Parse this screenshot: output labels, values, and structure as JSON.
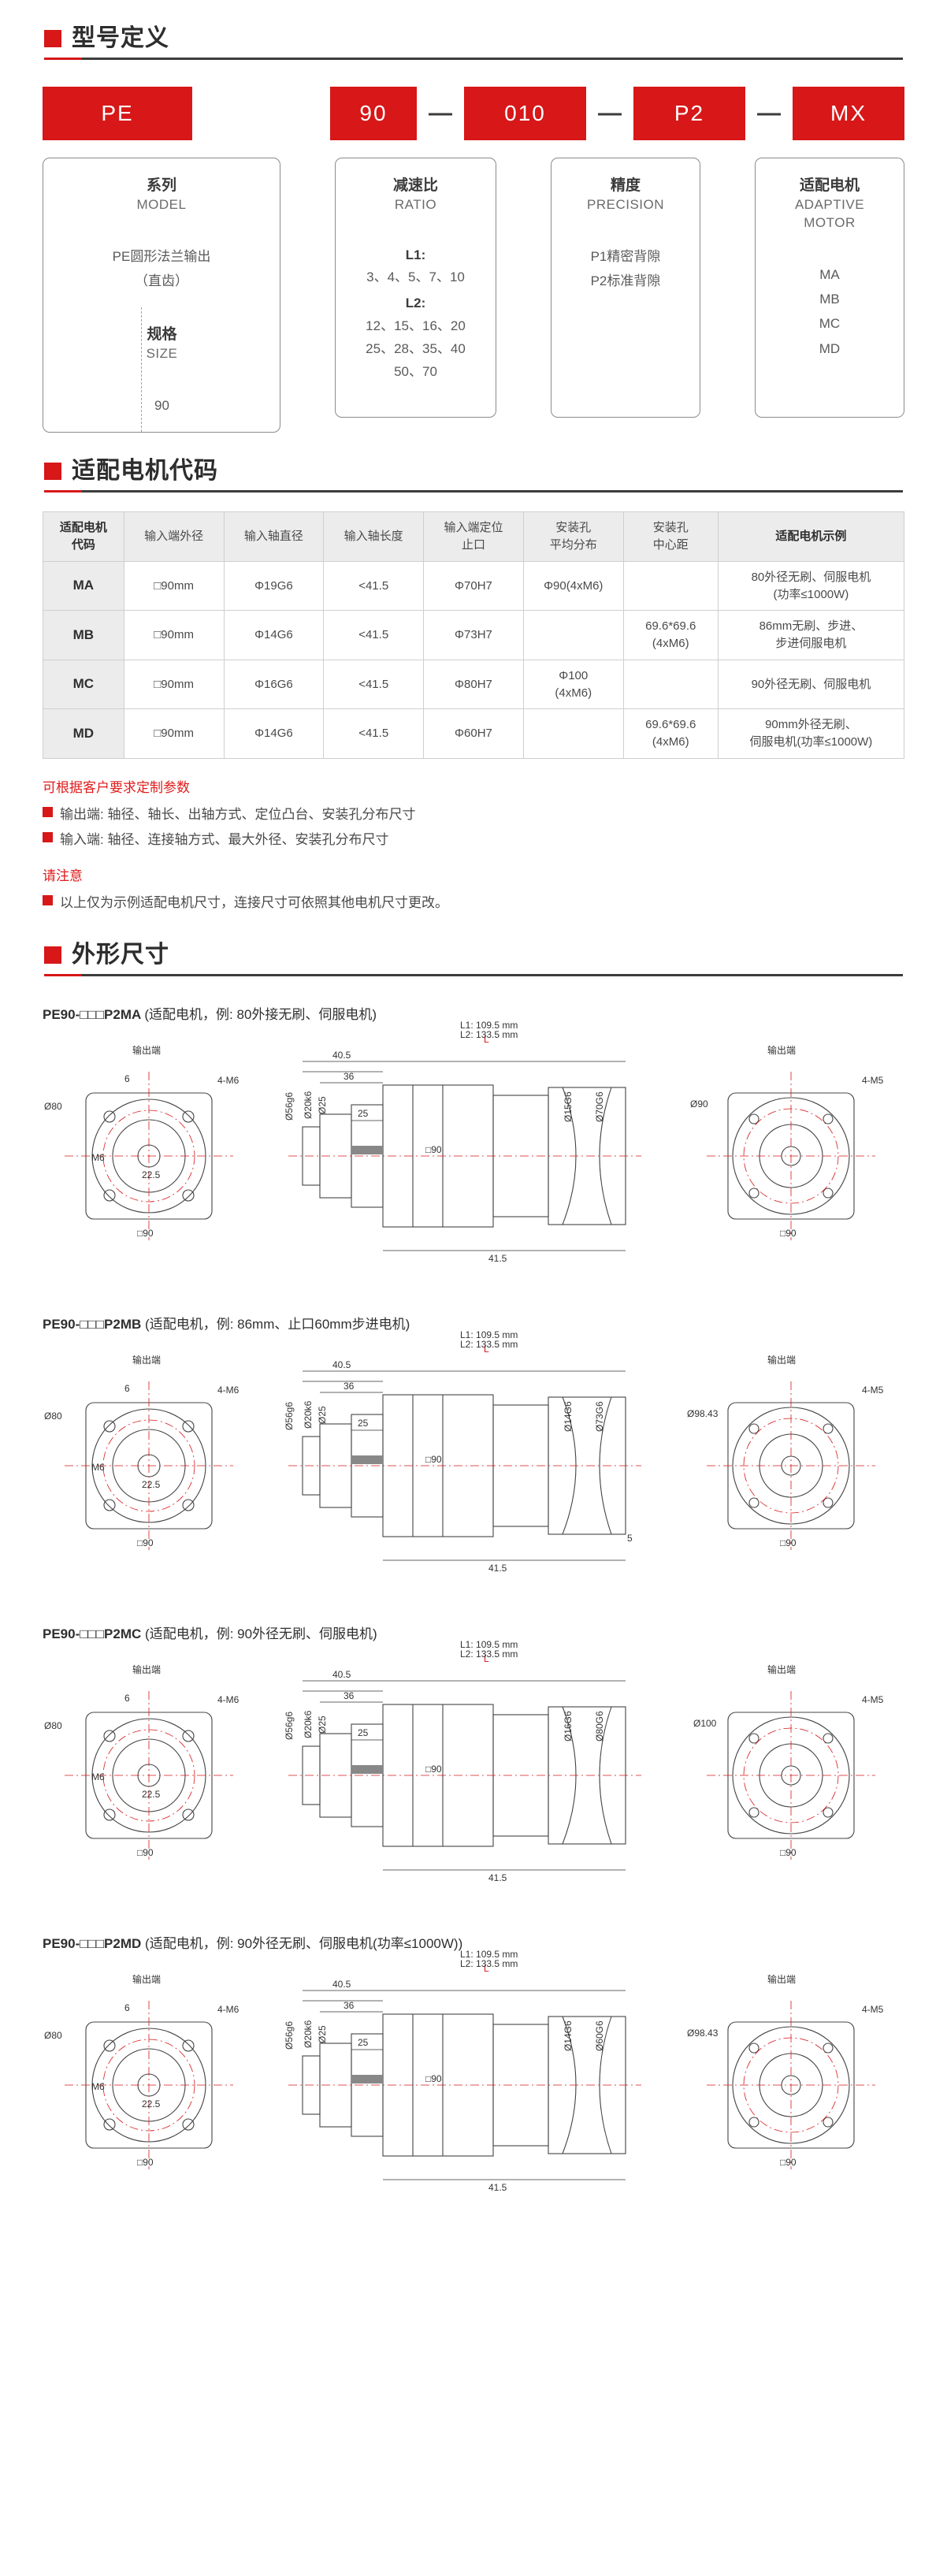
{
  "sections": {
    "model_def": "型号定义",
    "motor_code": "适配电机代码",
    "dimensions": "外形尺寸"
  },
  "model_definition": {
    "codes": {
      "model": "PE",
      "size": "90",
      "ratio": "010",
      "precision": "P2",
      "motor": "MX",
      "dash": "—"
    },
    "columns": [
      {
        "cn": "系列",
        "en": "MODEL",
        "lines": [
          "PE圆形法兰输出",
          "（直齿）"
        ]
      },
      {
        "cn": "规格",
        "en": "SIZE",
        "lines": [
          "90"
        ]
      },
      {
        "cn": "减速比",
        "en": "RATIO",
        "bold1": "L1:",
        "l1": [
          "3、4、5、7、10"
        ],
        "bold2": "L2:",
        "l2": [
          "12、15、16、20",
          "25、28、35、40",
          "50、70"
        ]
      },
      {
        "cn": "精度",
        "en": "PRECISION",
        "lines": [
          "P1精密背隙",
          "P2标准背隙"
        ]
      },
      {
        "cn": "适配电机",
        "en": "ADAPTIVE",
        "en2": "MOTOR",
        "lines": [
          "MA",
          "MB",
          "MC",
          "MD"
        ]
      }
    ]
  },
  "motor_table": {
    "headers": [
      "适配电机\n代码",
      "输入端外径",
      "输入轴直径",
      "输入轴长度",
      "输入端定位\n止口",
      "安装孔\n平均分布",
      "安装孔\n中心距",
      "适配电机示例"
    ],
    "header_lines": [
      [
        "适配电机",
        "代码"
      ],
      [
        "输入端外径"
      ],
      [
        "输入轴直径"
      ],
      [
        "输入轴长度"
      ],
      [
        "输入端定位",
        "止口"
      ],
      [
        "安装孔",
        "平均分布"
      ],
      [
        "安装孔",
        "中心距"
      ],
      [
        "适配电机示例"
      ]
    ],
    "rows": [
      {
        "code": "MA",
        "outer": "□90mm",
        "shaft_dia": "Φ19G6",
        "shaft_len": "<41.5",
        "spigot": "Φ70H7",
        "holes": "Φ90(4xM6)",
        "center": "",
        "example_lines": [
          "80外径无刷、伺服电机",
          "(功率≤1000W)"
        ]
      },
      {
        "code": "MB",
        "outer": "□90mm",
        "shaft_dia": "Φ14G6",
        "shaft_len": "<41.5",
        "spigot": "Φ73H7",
        "holes": "",
        "center_lines": [
          "69.6*69.6",
          "(4xM6)"
        ],
        "example_lines": [
          "86mm无刷、步进、",
          "步进伺服电机"
        ]
      },
      {
        "code": "MC",
        "outer": "□90mm",
        "shaft_dia": "Φ16G6",
        "shaft_len": "<41.5",
        "spigot": "Φ80H7",
        "holes_lines": [
          "Φ100",
          "(4xM6)"
        ],
        "center": "",
        "example_lines": [
          "90外径无刷、伺服电机"
        ]
      },
      {
        "code": "MD",
        "outer": "□90mm",
        "shaft_dia": "Φ14G6",
        "shaft_len": "<41.5",
        "spigot": "Φ60H7",
        "holes": "",
        "center_lines": [
          "69.6*69.6",
          "(4xM6)"
        ],
        "example_lines": [
          "90mm外径无刷、",
          "伺服电机(功率≤1000W)"
        ]
      }
    ]
  },
  "notes": {
    "custom_title": "可根据客户要求定制参数",
    "items": [
      "输出端: 轴径、轴长、出轴方式、定位凸台、安装孔分布尺寸",
      "输入端: 轴径、连接轴方式、最大外径、安装孔分布尺寸"
    ],
    "attention_title": "请注意",
    "attention_items": [
      "以上仅为示例适配电机尺寸，连接尺寸可依照其他电机尺寸更改。"
    ]
  },
  "drawings": [
    {
      "title_model": "PE90-□□□P2MA",
      "title_note": "(适配电机，例: 80外接无刷、伺服电机)",
      "L1": "L1:  109.5  mm",
      "L2": "L2:  133.5  mm",
      "left_label": "输出端",
      "right_label": "输出端",
      "left_sq": "□90",
      "left_od": "Ø80",
      "left_holes": "4-M6",
      "left_bolt": "M6",
      "left_d1": "6",
      "left_d2": "22.5",
      "mid_a": "40.5",
      "mid_b": "36",
      "mid_c": "25",
      "mid_d": "41.5",
      "mid_L": "L",
      "mid_sq90": "□90",
      "mid_od_a": "Ø56g6",
      "mid_od_b": "Ø20k6",
      "mid_od_c": "Ø25",
      "mid_od_d": "Ø15G6",
      "mid_od_e": "Ø70G6",
      "right_od": "Ø90",
      "right_holes": "4-M5",
      "right_sq": "□90"
    },
    {
      "title_model": "PE90-□□□P2MB",
      "title_note": "(适配电机，例: 86mm、止口60mm步进电机)",
      "L1": "L1:  109.5  mm",
      "L2": "L2:  133.5  mm",
      "left_label": "输出端",
      "right_label": "输出端",
      "left_sq": "□90",
      "left_od": "Ø80",
      "left_holes": "4-M6",
      "left_bolt": "M6",
      "left_d1": "6",
      "left_d2": "22.5",
      "mid_a": "40.5",
      "mid_b": "36",
      "mid_c": "25",
      "mid_d": "41.5",
      "mid_e": "5",
      "mid_L": "L",
      "mid_sq90": "□90",
      "mid_od_a": "Ø56g6",
      "mid_od_b": "Ø20k6",
      "mid_od_c": "Ø25",
      "mid_od_d": "Ø14G6",
      "mid_od_e": "Ø73G6",
      "right_od": "Ø98.43",
      "right_holes": "4-M5",
      "right_sq": "□90"
    },
    {
      "title_model": "PE90-□□□P2MC",
      "title_note": "(适配电机，例: 90外径无刷、伺服电机)",
      "L1": "L1:  109.5  mm",
      "L2": "L2:  133.5  mm",
      "left_label": "输出端",
      "right_label": "输出端",
      "left_sq": "□90",
      "left_od": "Ø80",
      "left_holes": "4-M6",
      "left_bolt": "M6",
      "left_d1": "6",
      "left_d2": "22.5",
      "mid_a": "40.5",
      "mid_b": "36",
      "mid_c": "25",
      "mid_d": "41.5",
      "mid_L": "L",
      "mid_sq90": "□90",
      "mid_od_a": "Ø56g6",
      "mid_od_b": "Ø20k6",
      "mid_od_c": "Ø25",
      "mid_od_d": "Ø16G6",
      "mid_od_e": "Ø80G6",
      "right_od": "Ø100",
      "right_holes": "4-M5",
      "right_sq": "□90"
    },
    {
      "title_model": "PE90-□□□P2MD",
      "title_note": "(适配电机，例: 90外径无刷、伺服电机(功率≤1000W))",
      "L1": "L1:  109.5  mm",
      "L2": "L2:  133.5  mm",
      "left_label": "输出端",
      "right_label": "输出端",
      "left_sq": "□90",
      "left_od": "Ø80",
      "left_holes": "4-M6",
      "left_bolt": "M6",
      "left_d1": "6",
      "left_d2": "22.5",
      "mid_a": "40.5",
      "mid_b": "36",
      "mid_c": "25",
      "mid_d": "41.5",
      "mid_L": "L",
      "mid_sq90": "□90",
      "mid_od_a": "Ø56g6",
      "mid_od_b": "Ø20k6",
      "mid_od_c": "Ø25",
      "mid_od_d": "Ø14G6",
      "mid_od_e": "Ø60G6",
      "right_od": "Ø98.43",
      "right_holes": "4-M5",
      "right_sq": "□90"
    }
  ],
  "colors": {
    "brand_red": "#d71718",
    "note_red": "#e01c1c",
    "rule_dark": "#3c3c3c",
    "table_header_bg": "#ececec"
  }
}
